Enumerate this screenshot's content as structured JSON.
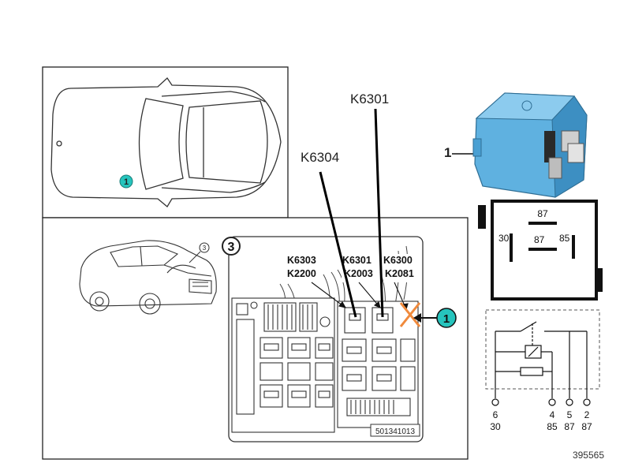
{
  "callouts": {
    "k6301": "K6301",
    "k6304": "K6304",
    "relay_item": "1"
  },
  "car_badge": "1",
  "fuse_box": {
    "section_number": "3",
    "car_badge": "3",
    "target_badge": "1",
    "labels": {
      "k6303": "K6303",
      "k2200": "K2200",
      "k6301": "K6301",
      "k2003": "K2003",
      "k6300": "K6300",
      "k2081": "K2081"
    },
    "part_number": "501341013"
  },
  "pinout": {
    "top": "87",
    "left": "30",
    "center": "87",
    "right": "85"
  },
  "schematic": {
    "pin_numbers": [
      "6",
      "4",
      "5",
      "2"
    ],
    "terminals": [
      "30",
      "85",
      "87",
      "87"
    ]
  },
  "diagram_number": "395565",
  "colors": {
    "relay_blue": "#5fb1e0",
    "badge_teal": "#26c4bd",
    "removed_x": "#f08a3c"
  }
}
